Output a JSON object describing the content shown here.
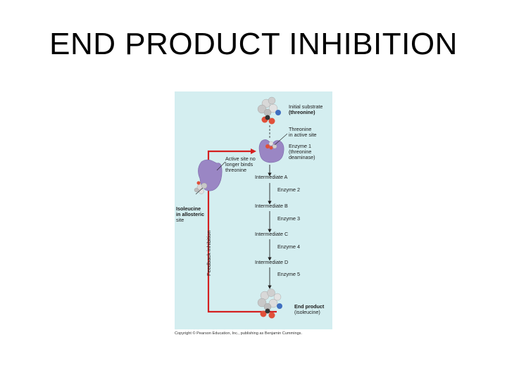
{
  "slide": {
    "title": "END PRODUCT INHIBITION"
  },
  "diagram": {
    "initial_substrate": "Initial substrate",
    "initial_substrate_name": "(threonine)",
    "threonine_active_site_1": "Threonine",
    "threonine_active_site_2": "in active site",
    "enzyme1_1": "Enzyme 1",
    "enzyme1_2": "(threonine",
    "enzyme1_3": "deaminase)",
    "active_site_1": "Active site no",
    "active_site_2": "longer binds",
    "active_site_3": "threonine",
    "intermediate_a": "Intermediate A",
    "enzyme2": "Enzyme 2",
    "intermediate_b": "Intermediate B",
    "enzyme3": "Enzyme 3",
    "intermediate_c": "Intermediate C",
    "enzyme4": "Enzyme 4",
    "intermediate_d": "Intermediate D",
    "enzyme5": "Enzyme 5",
    "end_product": "End product",
    "end_product_name": "(isoleucine)",
    "isoleucine_1": "Isoleucine",
    "isoleucine_2": "in allosteric",
    "isoleucine_3": "site",
    "feedback": "Feedback inhibition",
    "copyright": "Copyright © Pearson Education, Inc., publishing as Benjamin Cummings."
  },
  "colors": {
    "figure_background": "#d4eef0",
    "enzyme": "#9a86c4",
    "feedback_arrow": "#d42020",
    "molecule_gray": "#c8c8c8",
    "molecule_red": "#e0503a",
    "molecule_blue": "#3f6fc0"
  }
}
